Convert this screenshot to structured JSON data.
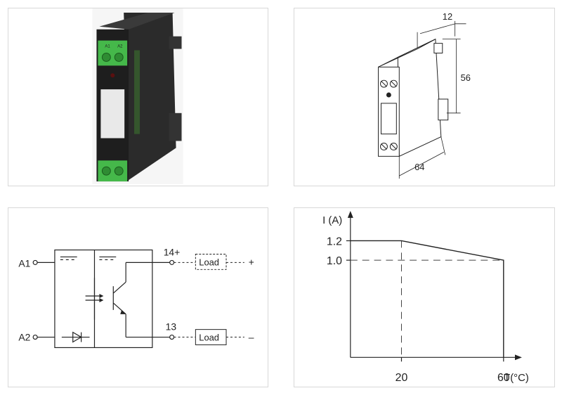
{
  "colors": {
    "relay_body": "#1e1e1e",
    "terminal_green": "#45b84a",
    "label_white": "#e9e9e9",
    "line": "#222222",
    "grid_dash": "#444444",
    "panel_border": "#d8d8d8"
  },
  "photo": {
    "terminal_top_labels": [
      "A1",
      "A2"
    ]
  },
  "dimensions": {
    "width": "12",
    "height": "56",
    "depth": "64"
  },
  "circuit": {
    "pins": {
      "a1": "A1",
      "a2": "A2",
      "out_pos": "14+",
      "out_neg": "13"
    },
    "loads": [
      "Load",
      "Load"
    ],
    "polarity": {
      "plus": "+",
      "minus": "–"
    }
  },
  "chart_data": {
    "type": "line",
    "title": "",
    "xlabel": "T(°C)",
    "ylabel": "I (A)",
    "x_ticks": [
      {
        "value": 20,
        "label": "20"
      },
      {
        "value": 60,
        "label": "60"
      }
    ],
    "y_ticks": [
      {
        "value": 1.2,
        "label": "1.2"
      },
      {
        "value": 1.0,
        "label": "1.0"
      }
    ],
    "xlim": [
      0,
      65
    ],
    "ylim": [
      0,
      1.45
    ],
    "series": [
      {
        "x": [
          0,
          20,
          60,
          60
        ],
        "y": [
          1.2,
          1.2,
          1.0,
          0
        ]
      }
    ],
    "guides": {
      "x": 20,
      "y": 1.0
    },
    "grid": false
  }
}
